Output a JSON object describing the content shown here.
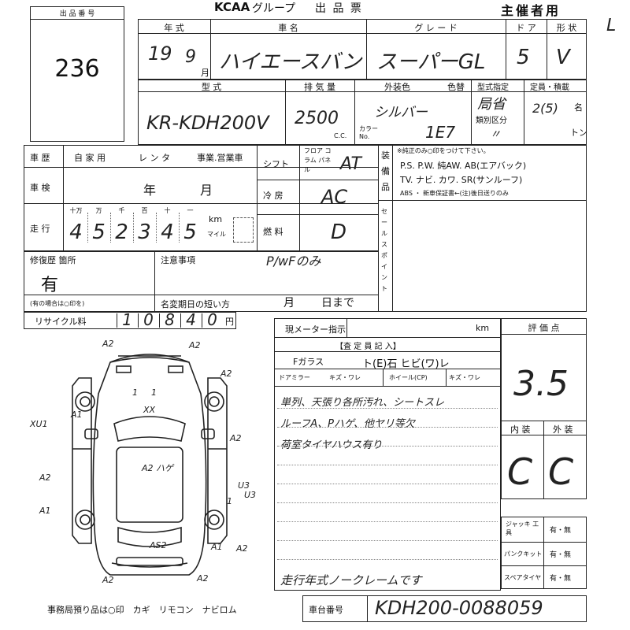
{
  "header": {
    "brand": "KCAA",
    "group_label": "グループ",
    "sheet_title": "出 品 票",
    "organizer": "主催者用"
  },
  "lot": {
    "label": "出 品 番 号",
    "number": "236"
  },
  "vehicle": {
    "year_label": "年 式",
    "year_value": "19",
    "month_value": "9",
    "month_unit": "月",
    "name_label": "車 名",
    "name_value": "ハイエースバン",
    "grade_label": "グ レ ー ド",
    "grade_value": "スーパーGL",
    "doors_label": "ド ア",
    "doors_value": "5",
    "shape_label": "形 状",
    "shape_value": "V",
    "model_label": "型 式",
    "model_value": "KR-KDH200V",
    "displacement_label": "排 気 量",
    "displacement_value": "2500",
    "displacement_unit": "C.C.",
    "exterior_label": "外装色",
    "color_change_label": "色替",
    "exterior_value": "シルバー",
    "color_no_label": "カラー No.",
    "color_no_value": "1E7",
    "type_designation_label": "型式指定",
    "type_designation_value": "局省",
    "class_label": "類別区分",
    "class_value": "〃",
    "capacity_label": "定員・積載",
    "capacity_value": "2(5)",
    "capacity_unit1": "名",
    "capacity_unit2": "トン"
  },
  "history": {
    "label": "車 歴",
    "options": [
      "自 家 用",
      "レ ン タ",
      "事業.営業車"
    ],
    "inspection_label": "車 検",
    "inspection_year": "年",
    "inspection_month": "月",
    "mileage_label": "走 行",
    "mileage_units": [
      "十万",
      "万",
      "千",
      "百",
      "十",
      "一"
    ],
    "mileage_digits": [
      "4",
      "5",
      "2",
      "3",
      "4",
      "5"
    ],
    "mileage_unit_km": "km",
    "mileage_unit_mile": "マイル",
    "shift_label": "シフト",
    "shift_options": "フロア コラム パネル",
    "shift_value": "AT",
    "ac_label": "冷 房",
    "ac_value": "AC",
    "fuel_label": "燃 料",
    "fuel_value": "D"
  },
  "equipment": {
    "label": "装 備 品",
    "note": "※純正のみ○印をつけて下さい。",
    "line1": "P.S. P.W. 純AW. AB(エアバック)",
    "line2": "TV. ナビ. カワ. SR(サンルーフ)",
    "line3": "ABS ・ 新車保証書←(注)後日送りのみ",
    "sales_point_label": "セールスポイント"
  },
  "repair": {
    "label": "修復歴 箇所",
    "value": "有",
    "note": "(有の場合は○印を)",
    "caution_label": "注意事項",
    "caution_value": "P/wFのみ",
    "short_expiry_label": "名変期日の短い方",
    "month": "月",
    "day": "日まで"
  },
  "recycle": {
    "label": "リサイクル料",
    "digits": [
      "1",
      "0",
      "8",
      "4",
      "0"
    ],
    "unit": "円"
  },
  "meter": {
    "label": "現メーター指示",
    "unit": "km",
    "inspector_label": "【査 定 員 記 入】",
    "glass_label": "Fガラス",
    "glass_options": [
      "ト",
      "石",
      "ヒビ",
      "ワレ"
    ],
    "glass_value": "ト(E)石 ヒビ(ワ)レ",
    "mirror_label": "ドアミラー",
    "mirror_value": "キズ・ワレ",
    "wheel_label": "ホイール(CP)",
    "wheel_value": "キズ・ワレ",
    "remarks": [
      "単列、天張り各所汚れ、シートスレ",
      "ルーフA、Pハゲ、他ヤリ等欠",
      "荷室タイヤハウス有り",
      "走行年式ノークレームです"
    ]
  },
  "evaluation": {
    "label": "評 価 点",
    "score": "3.5",
    "interior_label": "内 装",
    "exterior_label": "外 装",
    "interior_value": "C",
    "exterior_value": "C",
    "tools_label": "ジャッキ 工 具",
    "tools_value": "有・無",
    "puncture_label": "パンクキット",
    "puncture_value": "有・無",
    "spare_label": "スペアタイヤ",
    "spare_value": "有・無"
  },
  "chassis": {
    "label": "車台番号",
    "value": "KDH200-0088059"
  },
  "diagram": {
    "footer": "事務局預り品は○印　カギ　リモコン　ナビロム",
    "marks": [
      "A2",
      "A2",
      "A1",
      "XU1",
      "A2",
      "A1",
      "A2",
      "U3",
      "U3",
      "A2",
      "A2",
      "A2",
      "A2",
      "XX",
      "A2 ハゲ",
      "AS2",
      "A1",
      "1",
      "1",
      "1"
    ]
  }
}
